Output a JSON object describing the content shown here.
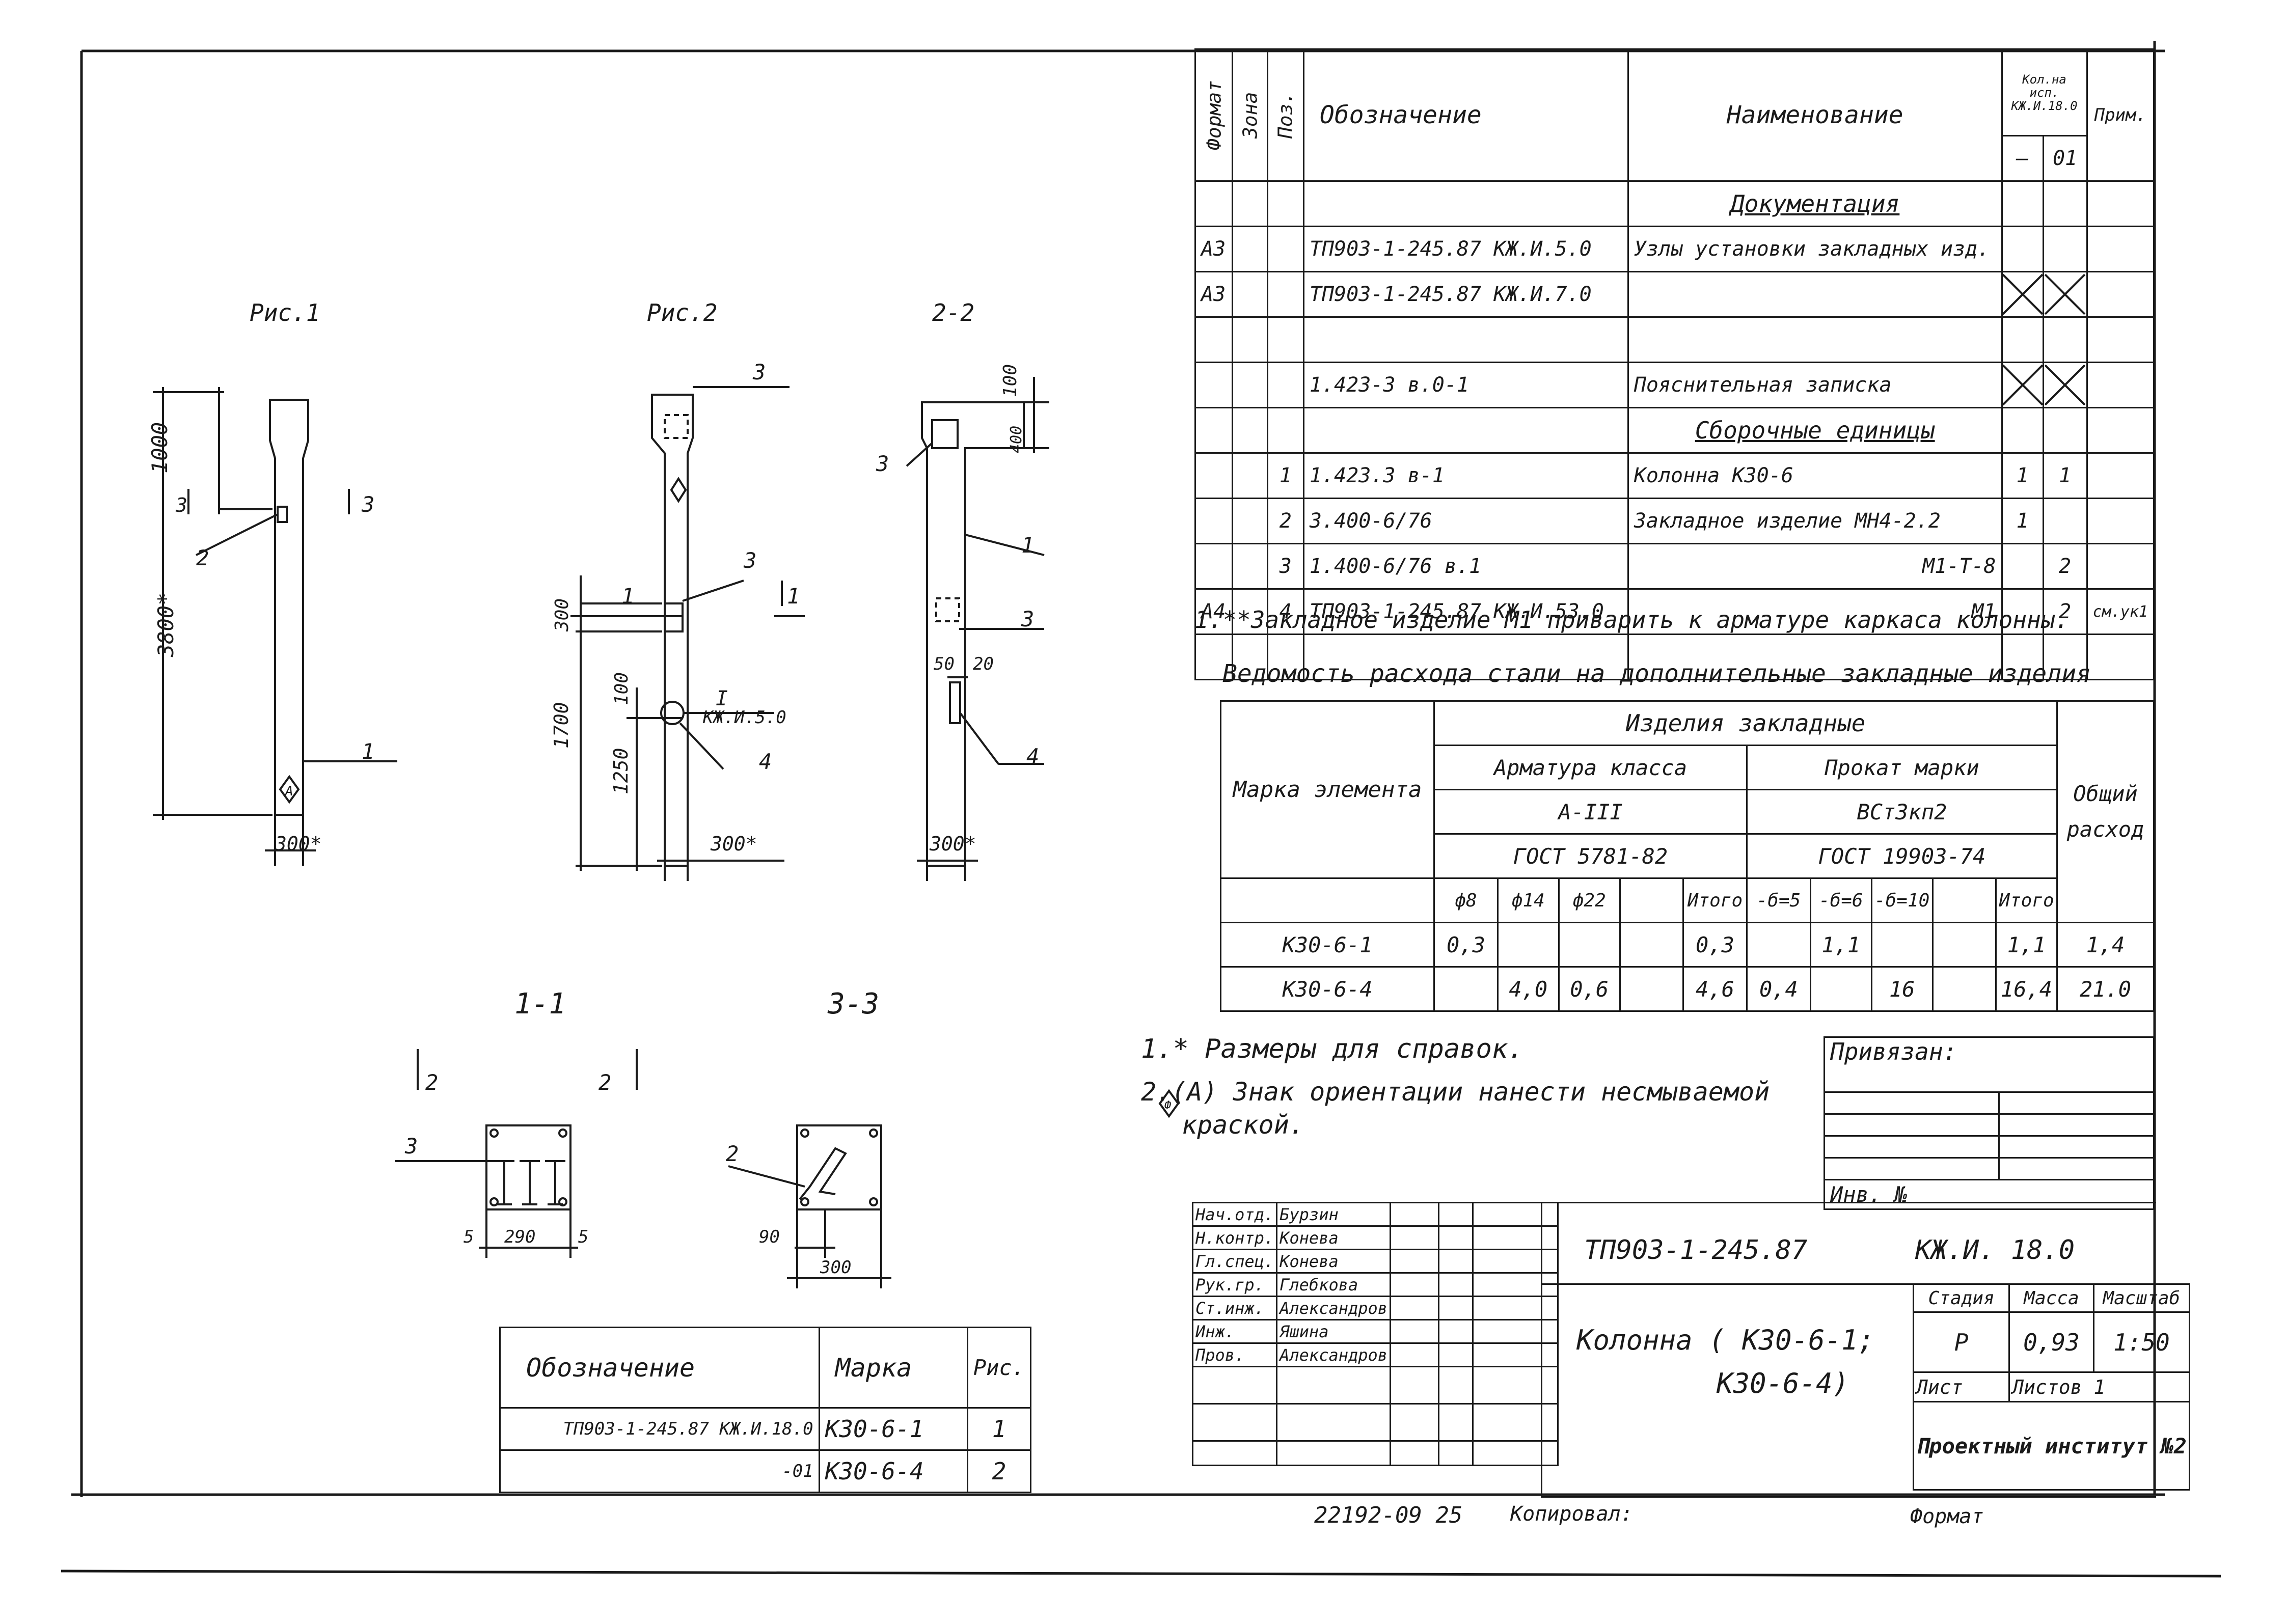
{
  "figure_labels": {
    "fig1": "Рис.1",
    "fig2": "Рис.2",
    "sec22": "2-2",
    "sec11": "1-1",
    "sec33": "3-3"
  },
  "dims": {
    "d1000": "1000",
    "d3800": "3800*",
    "d300a": "300*",
    "d300b": "300",
    "d1700": "1700",
    "d1250": "1250",
    "d100a": "100",
    "d300c": "300*",
    "d100b": "100",
    "d400": "400",
    "d50": "50",
    "d20": "20",
    "d300d": "300*",
    "d5a": "5",
    "d290": "290",
    "d5b": "5",
    "d90": "90",
    "d300e": "300"
  },
  "callouts": {
    "c1a": "1",
    "c2a": "2",
    "c3a": "3",
    "c3b": "3",
    "s3a": "3",
    "s3b": "3",
    "c3c": "3",
    "c3d": "3",
    "c4a": "4",
    "s1a": "1",
    "s1b": "1",
    "nodeI": "I",
    "nodeRef": "КЖ.И.5.0",
    "c3e": "3",
    "c1b": "1",
    "c3f": "3",
    "c4b": "4",
    "s2a": "2",
    "s2b": "2",
    "c3g": "3",
    "c2b": "2",
    "markA1": "А",
    "markA2": "Ф"
  },
  "spec": {
    "headers": {
      "format": "Формат",
      "zone": "Зона",
      "pos": "Поз.",
      "designation": "Обозначение",
      "name": "Наименование",
      "qty": "Кол.на исп. КЖ.И.18.0",
      "qty_a": "—",
      "qty_b": "01",
      "note": "Прим."
    },
    "rows": [
      {
        "format": "",
        "zone": "",
        "pos": "",
        "designation": "",
        "name": "Документация",
        "qa": "",
        "qb": "",
        "note": "",
        "underline": true,
        "x": false
      },
      {
        "format": "А3",
        "zone": "",
        "pos": "",
        "designation": "ТП903-1-245.87  КЖ.И.5.0",
        "name": "Узлы установки закладных изд.",
        "qa": "",
        "qb": "",
        "note": "",
        "underline": false,
        "x": false
      },
      {
        "format": "А3",
        "zone": "",
        "pos": "",
        "designation": "ТП903-1-245.87 КЖ.И.7.0",
        "name": "",
        "qa": "",
        "qb": "",
        "note": "",
        "underline": false,
        "x": true
      },
      {
        "format": "",
        "zone": "",
        "pos": "",
        "designation": "",
        "name": "",
        "qa": "",
        "qb": "",
        "note": "",
        "underline": false,
        "x": false
      },
      {
        "format": "",
        "zone": "",
        "pos": "",
        "designation": "1.423-3 в.0-1",
        "name": "Пояснительная записка",
        "qa": "",
        "qb": "",
        "note": "",
        "underline": false,
        "x": true
      },
      {
        "format": "",
        "zone": "",
        "pos": "",
        "designation": "",
        "name": "Сборочные единицы",
        "qa": "",
        "qb": "",
        "note": "",
        "underline": true,
        "x": false
      },
      {
        "format": "",
        "zone": "",
        "pos": "1",
        "designation": "1.423.3 в-1",
        "name": "Колонна  К30-6",
        "qa": "1",
        "qb": "1",
        "note": "",
        "underline": false,
        "x": false
      },
      {
        "format": "",
        "zone": "",
        "pos": "2",
        "designation": "3.400-6/76",
        "name": "Закладное изделие МН4-2.2",
        "qa": "1",
        "qb": "",
        "note": "",
        "underline": false,
        "x": false
      },
      {
        "format": "",
        "zone": "",
        "pos": "3",
        "designation": "1.400-6/76  в.1",
        "name": "М1-Т-8",
        "qa": "",
        "qb": "2",
        "note": "",
        "underline": false,
        "x": false
      },
      {
        "format": "А4",
        "zone": "",
        "pos": "4",
        "designation": "ТП903-1-245.87 КЖ.И.53.0",
        "name": "М1",
        "qa": "",
        "qb": "2",
        "note": "см.ук1",
        "underline": false,
        "x": false
      },
      {
        "format": "",
        "zone": "",
        "pos": "",
        "designation": "",
        "name": "",
        "qa": "",
        "qb": "",
        "note": "",
        "underline": false,
        "x": false
      }
    ]
  },
  "note_weld": "1.**Закладное изделие М1 приварить к арматуре каркаса колонны.",
  "steel": {
    "title": "Ведомость расхода стали на дополнительные закладные изделия",
    "mark_header": "Марка элемента",
    "group_header": "Изделия закладные",
    "rebar_header": "Арматура класса",
    "rebar_class": "А-III",
    "rebar_gost": "ГОСТ 5781-82",
    "rolled_header": "Прокат марки",
    "rolled_grade": "ВСт3кп2",
    "rolled_gost": "ГОСТ 19903-74",
    "total_header": "Общий расход",
    "cols": [
      "ф8",
      "ф14",
      "ф22",
      "",
      "Итого",
      "-б=5",
      "-б=6",
      "-б=10",
      "",
      "Итого"
    ],
    "rows": [
      {
        "mark": "К30-6-1",
        "vals": [
          "0,3",
          "",
          "",
          "",
          "0,3",
          "",
          "1,1",
          "",
          "",
          "1,1"
        ],
        "total": "1,4"
      },
      {
        "mark": "К30-6-4",
        "vals": [
          "",
          "4,0",
          "0,6",
          "",
          "4,6",
          "0,4",
          "",
          "16",
          "",
          "16,4"
        ],
        "total": "21.0"
      }
    ]
  },
  "notes": [
    "1.* Размеры для справок.",
    "2.(А) Знак ориентации нанести несмываемой",
    "краской."
  ],
  "binding": {
    "label": "Привязан:",
    "inv": "Инв. №"
  },
  "title_block": {
    "people": [
      {
        "role": "Нач.отд.",
        "name": "Бурзин"
      },
      {
        "role": "Н.контр.",
        "name": "Конева"
      },
      {
        "role": "Гл.спец.",
        "name": "Конева"
      },
      {
        "role": "Рук.гр.",
        "name": "Глебкова"
      },
      {
        "role": "Ст.инж.",
        "name": "Александров"
      },
      {
        "role": "Инж.",
        "name": "Яшина"
      },
      {
        "role": "Пров.",
        "name": "Александров"
      }
    ],
    "code": "ТП903-1-245.87",
    "sheet_code": "КЖ.И. 18.0",
    "title_line1": "Колонна ( К30-6-1;",
    "title_line2": "К30-6-4)",
    "stage_h": "Стадия",
    "mass_h": "Масса",
    "scale_h": "Масштаб",
    "stage": "Р",
    "mass": "0,93",
    "scale": "1:50",
    "sheet_h": "Лист",
    "sheets_h": "Листов 1",
    "org": "Проектный институт №2"
  },
  "variants": {
    "headers": {
      "des": "Обозначение",
      "mark": "Марка",
      "fig": "Рис."
    },
    "rows": [
      {
        "des": "ТП903-1-245.87  КЖ.И.18.0",
        "mark": "К30-6-1",
        "fig": "1"
      },
      {
        "des": "-01",
        "mark": "К30-6-4",
        "fig": "2"
      }
    ]
  },
  "footer": {
    "num": "22192-09  25",
    "copied": "Копировал:",
    "format": "Формат"
  }
}
